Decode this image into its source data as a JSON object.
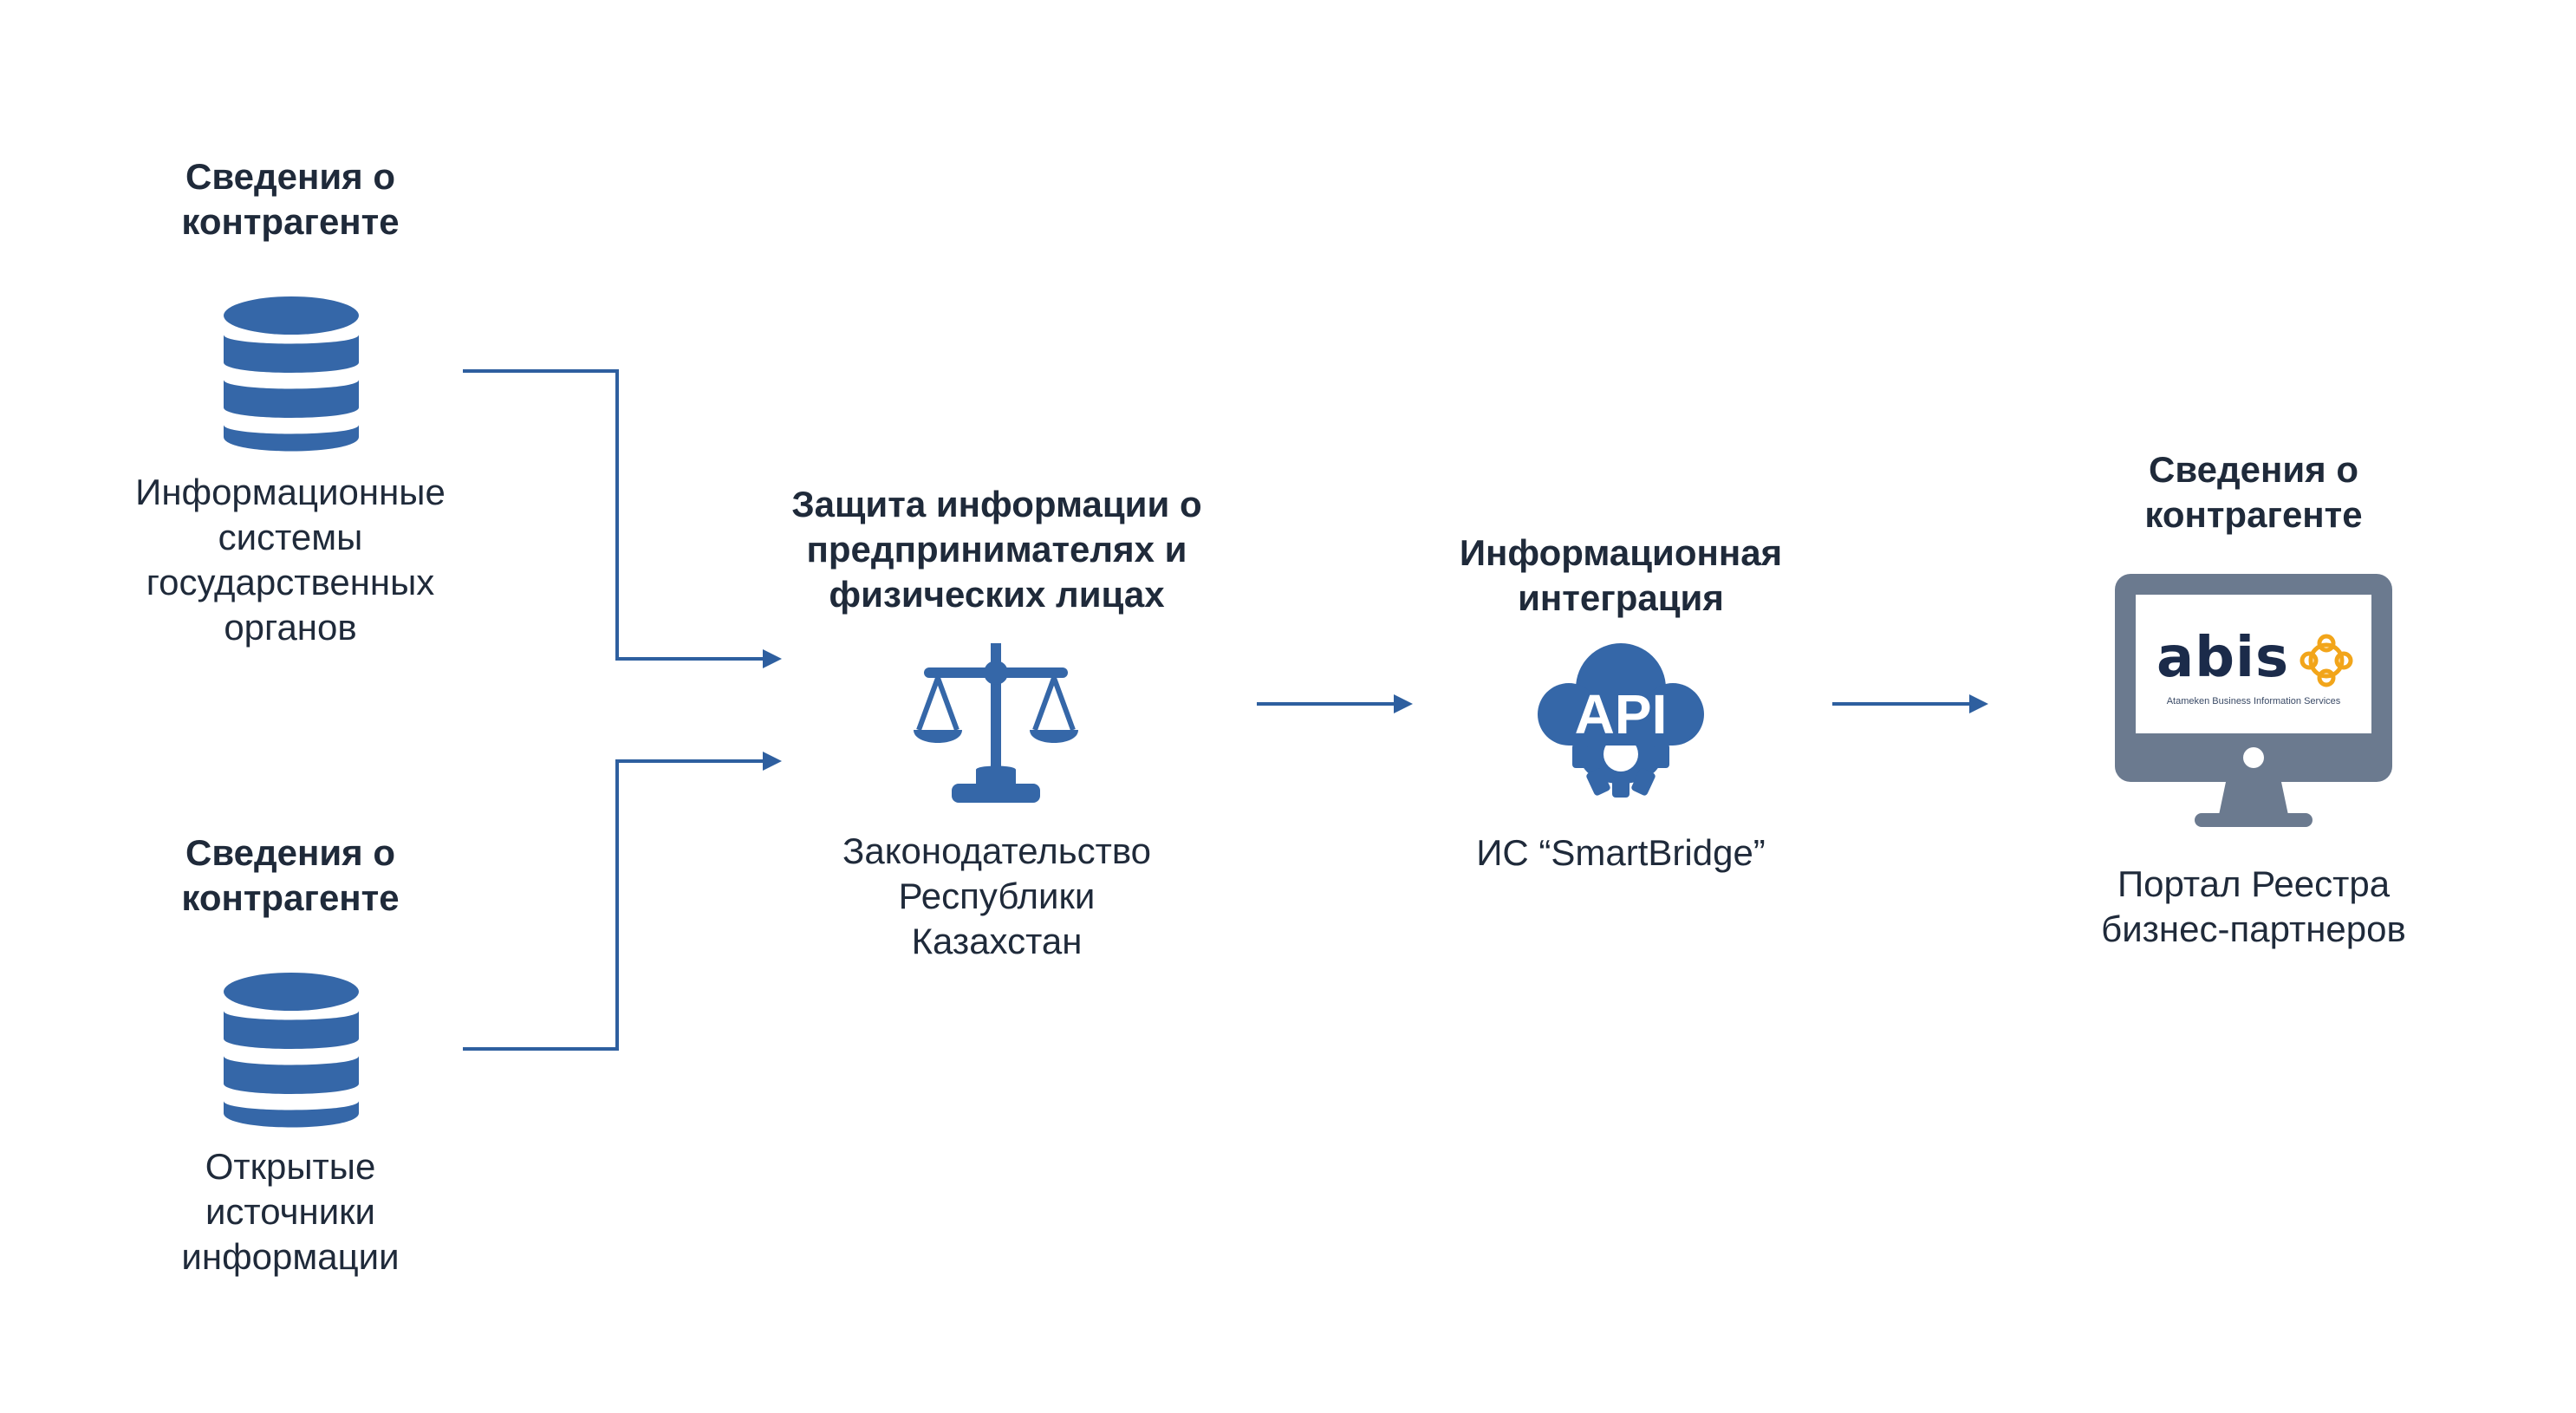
{
  "sources": [
    {
      "title": "Сведения о контрагенте",
      "caption": "Информационные системы государственных органов",
      "icon": "database-icon"
    },
    {
      "title": "Сведения о контрагенте",
      "caption": "Открытые источники информации",
      "icon": "database-icon"
    }
  ],
  "law": {
    "title": "Защита информации о предпринимателях и физических лицах",
    "caption": "Законодательство Республики Казахстан",
    "icon": "scales-icon"
  },
  "integration": {
    "title": "Информационная интеграция",
    "caption": "ИС “SmartBridge”",
    "icon": "api-cloud-gear-icon",
    "icon_text": "API"
  },
  "portal": {
    "title": "Сведения о контрагенте",
    "caption": "Портал Реестра бизнес-партнеров",
    "icon": "monitor-icon",
    "logo_text": "abis",
    "logo_subtitle": "Atameken Business Information Services"
  },
  "colors": {
    "primary_blue": "#3567a8",
    "line_blue": "#2e5f9f",
    "monitor_gray": "#6b7a8f",
    "logo_orange": "#f2a51a",
    "text_dark": "#1f2a3a"
  }
}
